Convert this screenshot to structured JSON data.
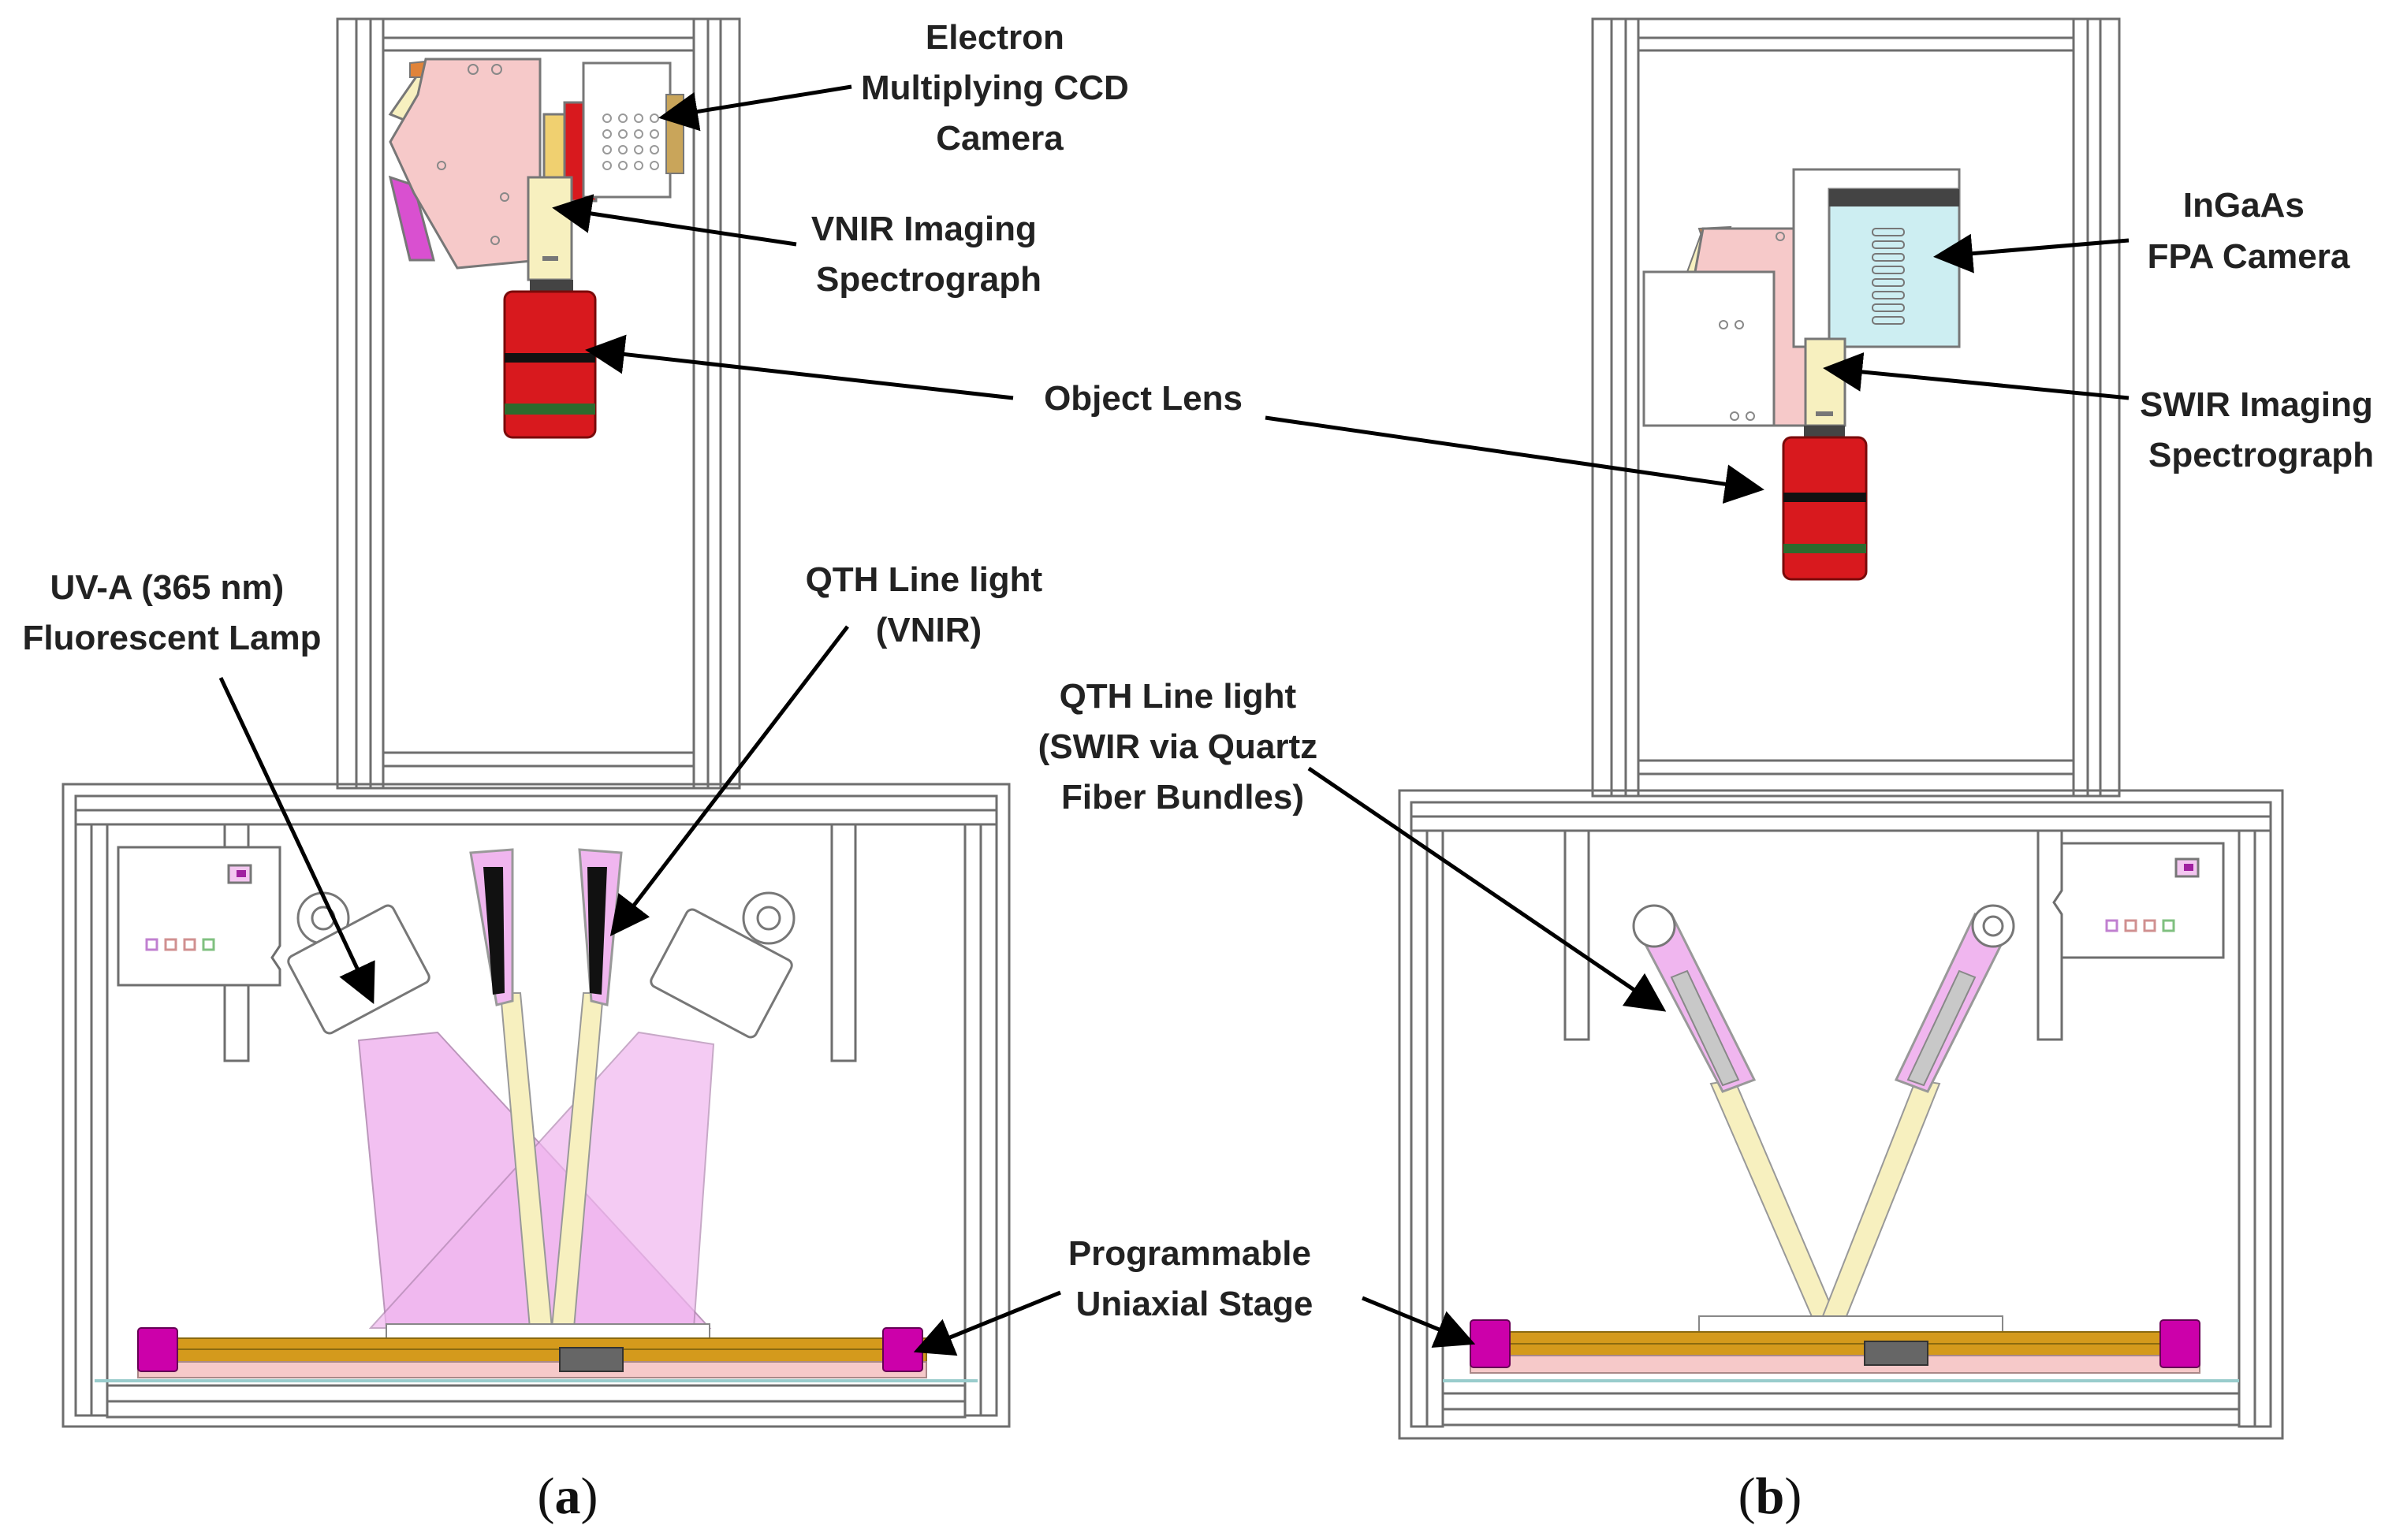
{
  "labels": {
    "a_camera": [
      "Electron",
      "Multiplying CCD",
      "Camera"
    ],
    "a_spectrograph": [
      "VNIR Imaging",
      "Spectrograph"
    ],
    "object_lens": "Object Lens",
    "a_uv_lamp": [
      "UV-A (365 nm)",
      "Fluorescent Lamp"
    ],
    "a_qth": [
      "QTH Line light",
      "(VNIR)"
    ],
    "b_camera": [
      "InGaAs",
      "FPA Camera"
    ],
    "b_spectrograph": [
      "SWIR Imaging",
      "Spectrograph"
    ],
    "b_qth": [
      "QTH Line light",
      "(SWIR via Quartz",
      "Fiber Bundles)"
    ],
    "stage": [
      "Programmable",
      "Uniaxial Stage"
    ]
  },
  "captions": {
    "a": {
      "open": "(",
      "letter": "a",
      "close": ")"
    },
    "b": {
      "open": "(",
      "letter": "b",
      "close": ")"
    }
  },
  "colors": {
    "frame": "#6e6e6e",
    "lens_red": "#d8191e",
    "lens_band": "#2d6a2d",
    "uv_light": "#f0b6ef",
    "qth_light": "#f7f0bf",
    "rail": "#d49a1c",
    "stage_end": "#cc00aa",
    "pink_plate": "#f6c9c9",
    "ingaas_blue": "#cdeef2"
  }
}
